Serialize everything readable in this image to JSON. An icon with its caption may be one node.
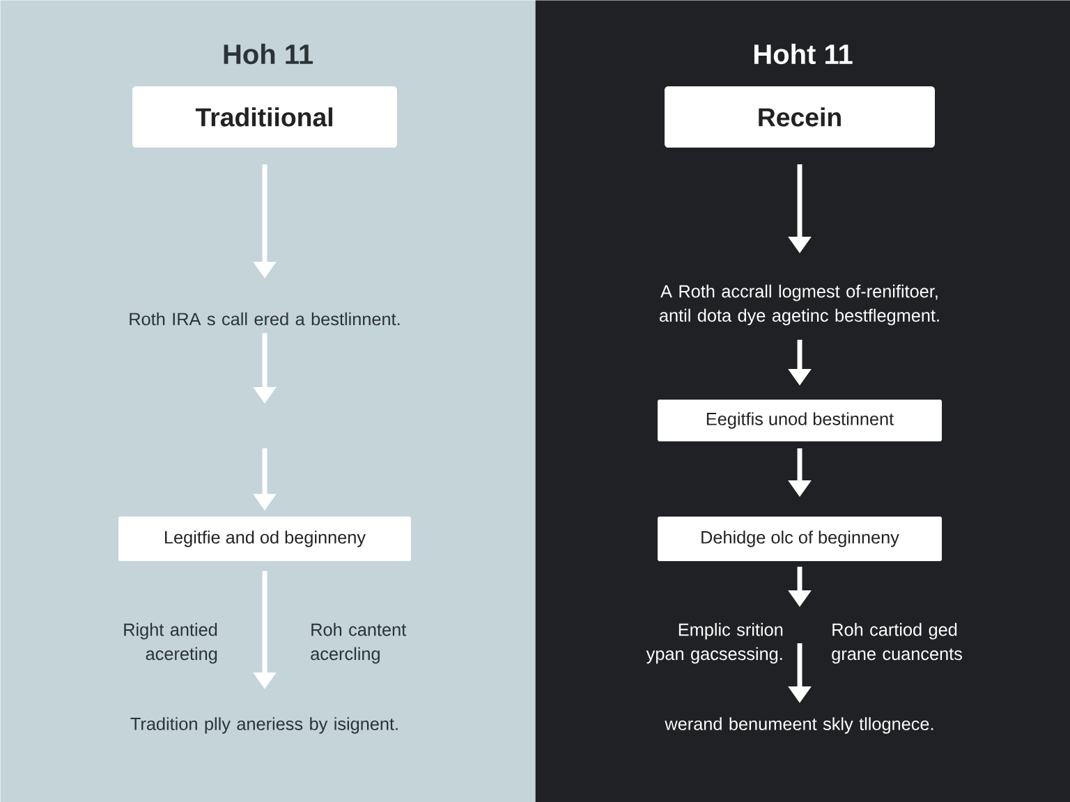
{
  "diagram": {
    "nodes": [
      {
        "text": [
          "Hoh 11"
        ]
      },
      {
        "text": [
          "Traditiional"
        ],
        "in": 0
      },
      {
        "text": [
          "Roth IRA s call ered a bestlinnent."
        ],
        "in": 0
      },
      {
        "text": [
          "Legitfie and od beginneny"
        ],
        "in": 0
      },
      {
        "text": [
          "Right antied acereting"
        ],
        "in": 0
      },
      {
        "text": [
          "Roh cantent acercling"
        ],
        "in": 0
      },
      {
        "text": [
          "Tradition plly aneriess by isignent."
        ],
        "in": 0
      },
      {
        "text": [
          "Hoht 11"
        ]
      },
      {
        "text": [
          "Recein"
        ],
        "in": 7
      },
      {
        "text": [
          "A Roth accrall logmest of-renifitoer, antil dota dye agetinc bestflegment."
        ],
        "in": 7
      },
      {
        "text": [
          "Eegitfis unod bestinnent"
        ],
        "in": 7
      },
      {
        "text": [
          "Dehidge olc of beginneny"
        ],
        "in": 7
      },
      {
        "text": [
          "Emplic srition ypan gacsessing."
        ],
        "in": 7
      },
      {
        "text": [
          "Roh cartiod ged grane cuancents"
        ],
        "in": 7
      },
      {
        "text": [
          "werand benumeent skly tllognece."
        ],
        "in": 7
      }
    ],
    "edges": [
      {
        "from": 1,
        "to": 2,
        "arrow": "to"
      },
      {
        "from": 2,
        "to": null,
        "arrow": "to"
      },
      {
        "from": null,
        "to": 3,
        "arrow": "to"
      },
      {
        "from": 3,
        "to": 6,
        "arrow": "to"
      },
      {
        "from": 8,
        "to": 9,
        "arrow": "to"
      },
      {
        "from": 9,
        "to": 10,
        "arrow": "to"
      },
      {
        "from": 10,
        "to": 11,
        "arrow": "to"
      },
      {
        "from": 11,
        "to": 12,
        "arrow": "to"
      },
      {
        "from": 12,
        "to": 14,
        "arrow": "to"
      }
    ]
  }
}
